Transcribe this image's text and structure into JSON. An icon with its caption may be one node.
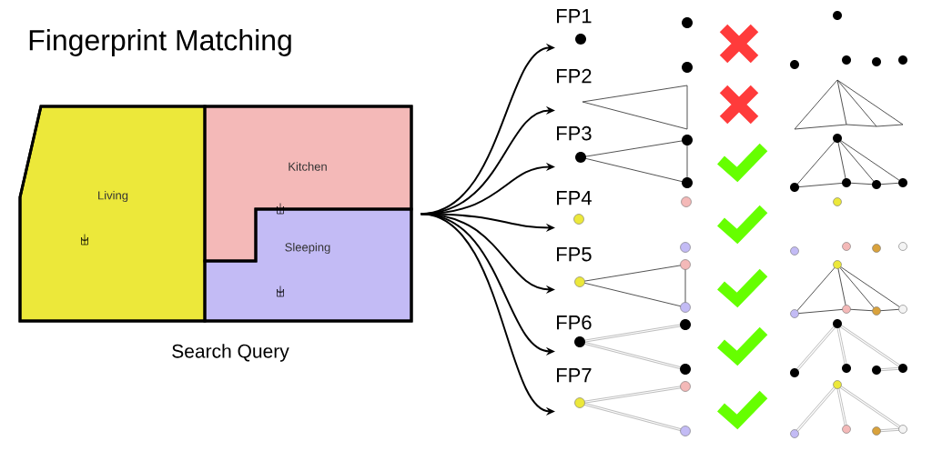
{
  "diagram": {
    "title": "Fingerprint Matching",
    "nodes": [
      {
        "text": [],
        "shape": "box",
        "beside": [
          "Search Query"
        ]
      },
      {
        "text": [
          "Living"
        ],
        "in": 0
      },
      {
        "text": [
          "Kitchen"
        ],
        "in": 0
      },
      {
        "text": [
          "Sleeping"
        ],
        "in": 0
      },
      {
        "text": [
          "FP1"
        ]
      },
      {
        "text": [
          "FP2"
        ]
      },
      {
        "text": [
          "FP3"
        ]
      },
      {
        "text": [
          "FP4"
        ]
      },
      {
        "text": [
          "FP5"
        ]
      },
      {
        "text": [
          "FP6"
        ]
      },
      {
        "text": [
          "FP7"
        ]
      }
    ],
    "edges": [
      {
        "from": 0,
        "to": 4,
        "arrow": "to"
      },
      {
        "from": 0,
        "to": 5,
        "arrow": "to"
      },
      {
        "from": 0,
        "to": 6,
        "arrow": "to"
      },
      {
        "from": 0,
        "to": 7,
        "arrow": "to"
      },
      {
        "from": 0,
        "to": 8,
        "arrow": "to"
      },
      {
        "from": 0,
        "to": 9,
        "arrow": "to"
      },
      {
        "from": 0,
        "to": 10,
        "arrow": "to"
      }
    ]
  }
}
